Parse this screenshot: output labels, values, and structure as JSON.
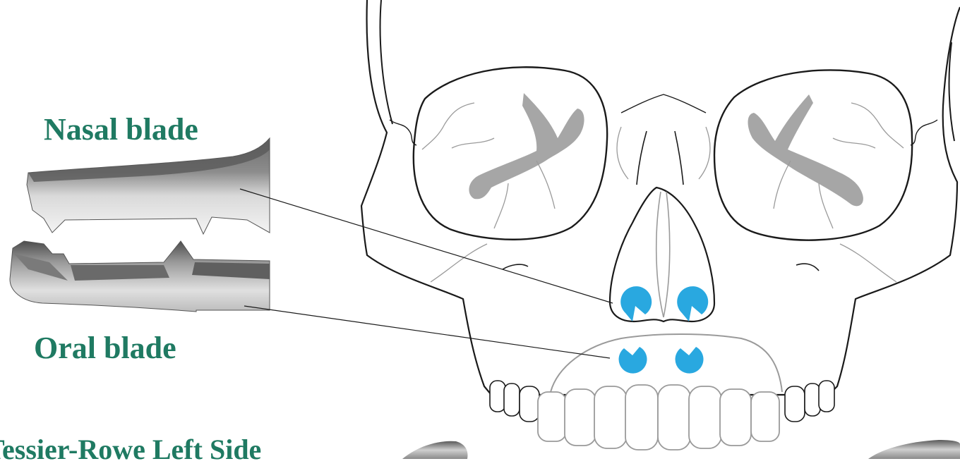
{
  "labels": {
    "nasal_blade": "Nasal blade",
    "oral_blade": "Oral blade",
    "caption": "Tessier-Rowe Left Side"
  },
  "colors": {
    "label_green": "#1f7a62",
    "blade_marker_blue": "#29a8e0",
    "bone_outline": "#1a1a1a",
    "suture_gray": "#9a9a9a",
    "sinus_gray": "#a6a6a6"
  }
}
